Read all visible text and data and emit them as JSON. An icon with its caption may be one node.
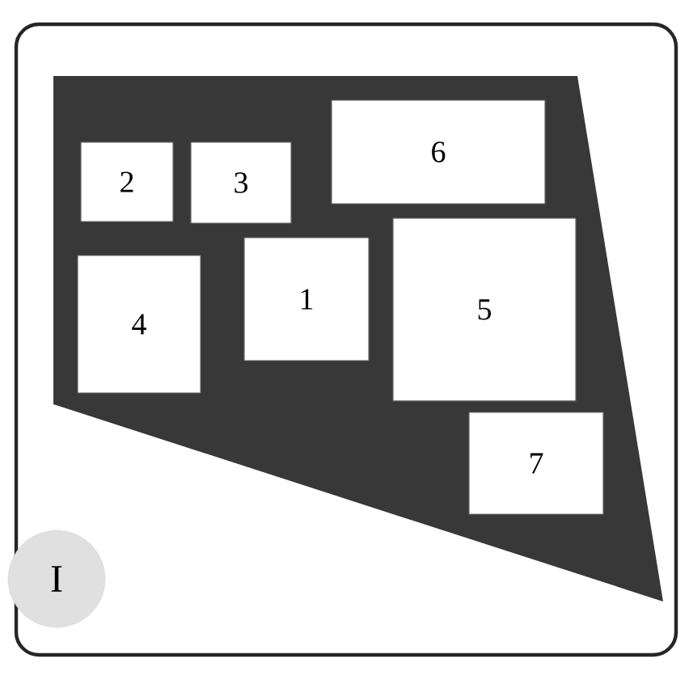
{
  "diagram": {
    "nodes": [
      {
        "text": [
          "2"
        ]
      },
      {
        "text": [
          "3"
        ]
      },
      {
        "text": [
          "6"
        ]
      },
      {
        "text": [
          "4"
        ]
      },
      {
        "text": [
          "1"
        ]
      },
      {
        "text": [
          "5"
        ]
      },
      {
        "text": [
          "7"
        ]
      },
      {
        "text": [
          "I"
        ]
      }
    ]
  }
}
